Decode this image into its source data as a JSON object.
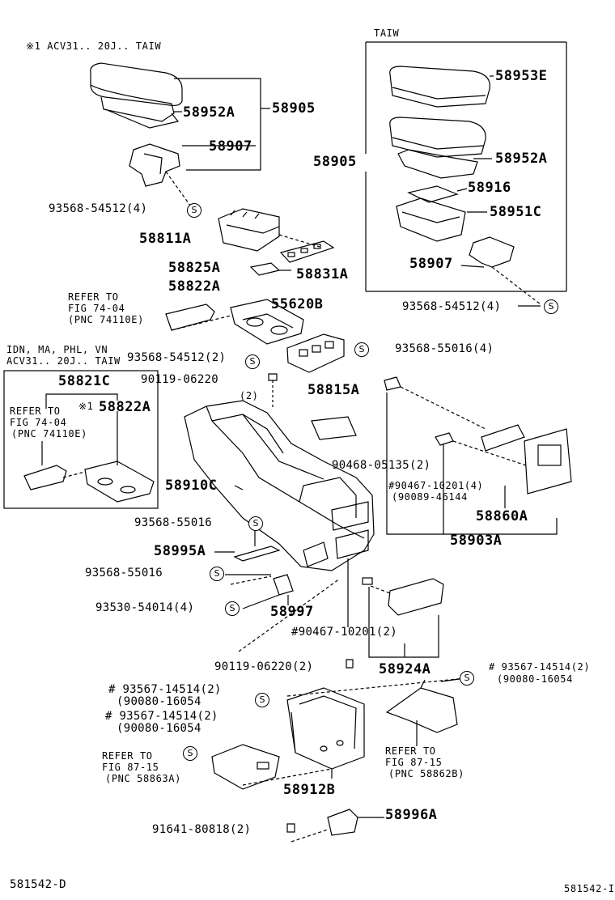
{
  "header": {
    "note1": "※1 ACV31.. 20J.. TAIW",
    "taiw": "TAIW",
    "idn_note_1": "IDN, MA, PHL, VN",
    "idn_note_2": "ACV31.. 20J.. TAIW"
  },
  "symbol_s": "S",
  "parts": {
    "p58952A_left": "58952A",
    "p58905_left": "58905",
    "p58907_left": "58907",
    "p93568_54512_4_left": "93568-54512(4)",
    "p58811A": "58811A",
    "p58825A": "58825A",
    "p58831A": "58831A",
    "p58822A": "58822A",
    "p55620B": "55620B",
    "p93568_54512_2": "93568-54512(2)",
    "p93568_55016_4": "93568-55016(4)",
    "p90119_06220_top": "90119-06220",
    "p90119_06220_top_qty": "(2)",
    "p58815A": "58815A",
    "p58953E": "58953E",
    "p58905_right": "58905",
    "p58952A_right": "58952A",
    "p58916": "58916",
    "p58951C": "58951C",
    "p58907_right": "58907",
    "p93568_54512_4_right": "93568-54512(4)",
    "p58821C": "58821C",
    "p58822A_box": "58822A",
    "p58910C": "58910C",
    "p90468_05135": "90468-05135(2)",
    "p90467_10201_4": "#90467-10201(4)",
    "p90089_46144": "(90089-46144",
    "p58860A": "58860A",
    "p58903A": "58903A",
    "p93568_55016_a": "93568-55016",
    "p58995A": "58995A",
    "p93568_55016_b": "93568-55016",
    "p93530_54014": "93530-54014(4)",
    "p58997": "58997",
    "p90467_10201_2": "#90467-10201(2)",
    "p90119_06220_bottom": "90119-06220(2)",
    "p58924A": "58924A",
    "p93567_14514_r": "# 93567-14514(2)",
    "p90080_16054_r": "(90080-16054",
    "p93567_14514_l1": "# 93567-14514(2)",
    "p90080_16054_l1": "(90080-16054",
    "p93567_14514_l2": "# 93567-14514(2)",
    "p90080_16054_l2": "(90080-16054",
    "p58912B": "58912B",
    "p58996A": "58996A",
    "p91641_80818": "91641-80818(2)"
  },
  "refs": {
    "ref1_l1": "REFER TO",
    "ref1_l2": "FIG 74-04",
    "ref1_l3": "(PNC 74110E)",
    "ref2_l1": "REFER TO",
    "ref2_l2": "FIG 74-04",
    "ref2_l3": "(PNC 74110E)",
    "ref2_mark": "※1",
    "ref3_l1": "REFER TO",
    "ref3_l2": "FIG 87-15",
    "ref3_l3": "(PNC 58863A)",
    "ref4_l1": "REFER TO",
    "ref4_l2": "FIG 87-15",
    "ref4_l3": "(PNC 58862B)"
  },
  "footer": {
    "code_left": "581542-D",
    "code_right": "581542-I"
  }
}
